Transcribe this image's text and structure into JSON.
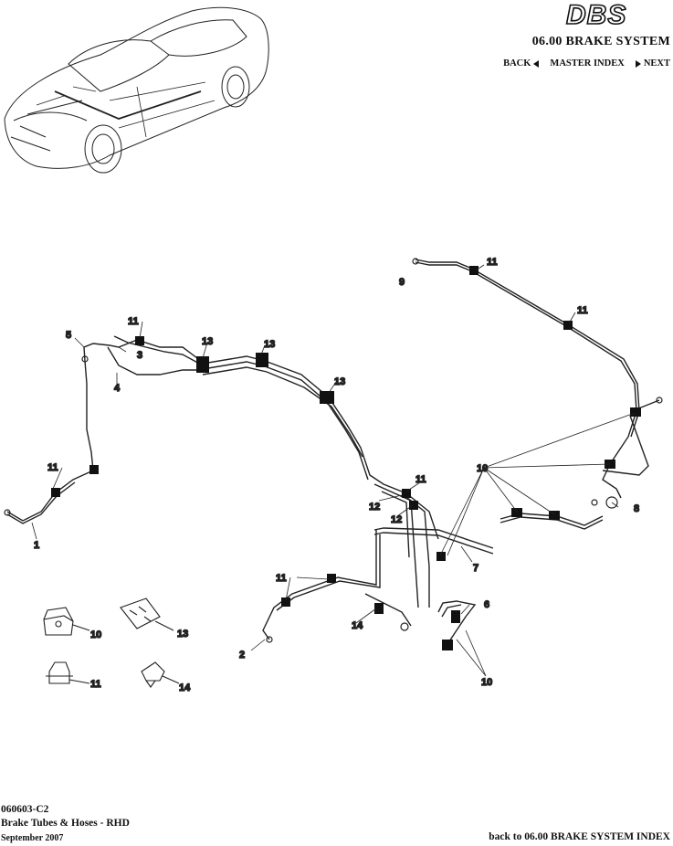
{
  "header": {
    "logo_text": "DBS",
    "system_title": "06.00 BRAKE SYSTEM",
    "nav": {
      "back": "BACK",
      "master_index": "MASTER INDEX",
      "next": "NEXT"
    }
  },
  "callouts": [
    "1",
    "2",
    "3",
    "4",
    "5",
    "6",
    "7",
    "8",
    "9",
    "10",
    "11",
    "12",
    "13",
    "14"
  ],
  "footer": {
    "code": "060603-C2",
    "title": "Brake Tubes & Hoses - RHD",
    "date": "September 2007",
    "back_link": "back to 06.00 BRAKE SYSTEM INDEX"
  }
}
